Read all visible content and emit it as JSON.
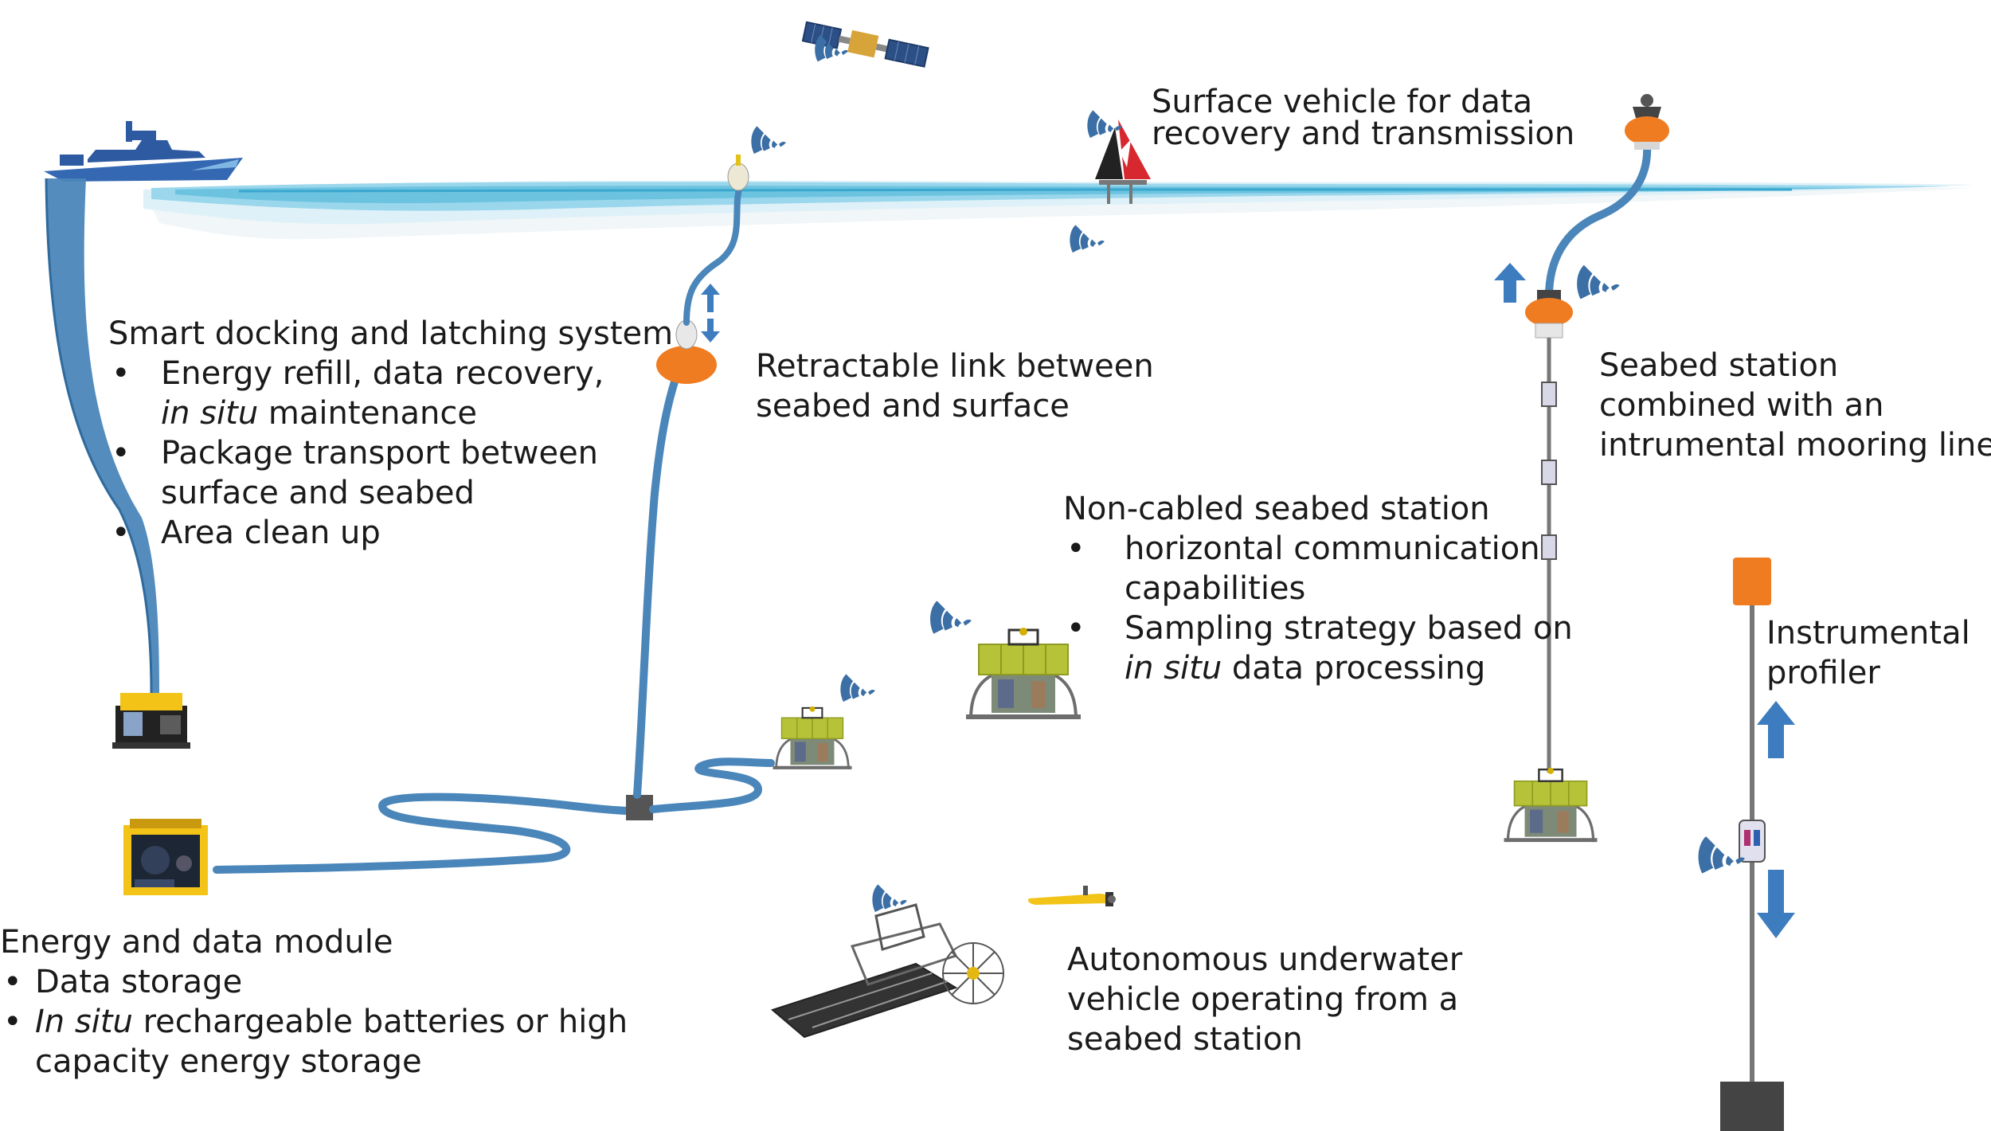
{
  "colors": {
    "cable": "#4a86b9",
    "cable_dark": "#2f6a9c",
    "signal": "#3b6fa5",
    "arrow": "#3d7cbf",
    "buoy_orange": "#f07c22",
    "station_green": "#b6c238",
    "ship": "#3568b3",
    "sea": "#6cc3e0"
  },
  "icons": [
    "ship-icon",
    "satellite-icon",
    "sailing-drone-icon",
    "buoy-icon",
    "rov-icon",
    "energy-module-icon",
    "seabed-station-icon",
    "auv-icon",
    "signal-wave-icon",
    "up-arrow-icon",
    "down-arrow-icon"
  ],
  "labels": {
    "docking": {
      "title": "Smart docking and latching system",
      "b1_l1": "Energy refill, data recovery,",
      "b1_l2_it": "in situ",
      "b1_l2_rest": " maintenance",
      "b2_l1": "Package transport between",
      "b2_l2": "surface and seabed",
      "b3": "Area clean up"
    },
    "retractable": {
      "l1": "Retractable link between",
      "l2": "seabed and surface"
    },
    "surface_vehicle": {
      "l1": "Surface vehicle for data",
      "l2": "recovery and transmission"
    },
    "mooring_station": {
      "l1": "Seabed station",
      "l2": "combined with an",
      "l3": "intrumental mooring line"
    },
    "noncabled": {
      "title": "Non-cabled seabed station",
      "b1_l1": "horizontal communication",
      "b1_l2": "capabilities",
      "b2_l1": "Sampling strategy based on",
      "b2_l2_it": "in situ",
      "b2_l2_rest": " data processing"
    },
    "profiler": {
      "l1": "Instrumental",
      "l2": "profiler"
    },
    "energy": {
      "title": "Energy and data module",
      "b1": "Data storage",
      "b2_it": "In situ",
      "b2_rest": " rechargeable batteries or high",
      "b2_l2": "capacity energy storage"
    },
    "auv": {
      "l1": "Autonomous underwater",
      "l2": "vehicle operating from a",
      "l3": "seabed station"
    }
  }
}
